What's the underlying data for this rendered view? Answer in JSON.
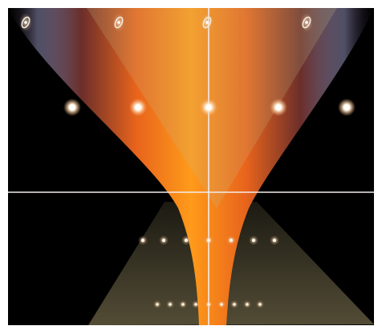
{
  "figure": {
    "background_color": "#000000",
    "page_color": "#ffffff",
    "beam": {
      "core_color": "#ff9a1a",
      "mid_color": "#e8641c",
      "outer_color": "#6b2e2a",
      "rim_color": "#8f8fb8"
    },
    "cone": {
      "color": "#c8b982"
    },
    "crosshair_color": "#f4ecec",
    "bright_spot_color": "#fffaf0",
    "galaxy_icon": "galaxy-icon",
    "rows": [
      {
        "name": "galaxy-row",
        "count": 4
      },
      {
        "name": "bright-dot-row",
        "count": 5
      },
      {
        "name": "middle-dot-row",
        "count": 7
      },
      {
        "name": "bottom-dot-row",
        "count": 9
      }
    ]
  }
}
